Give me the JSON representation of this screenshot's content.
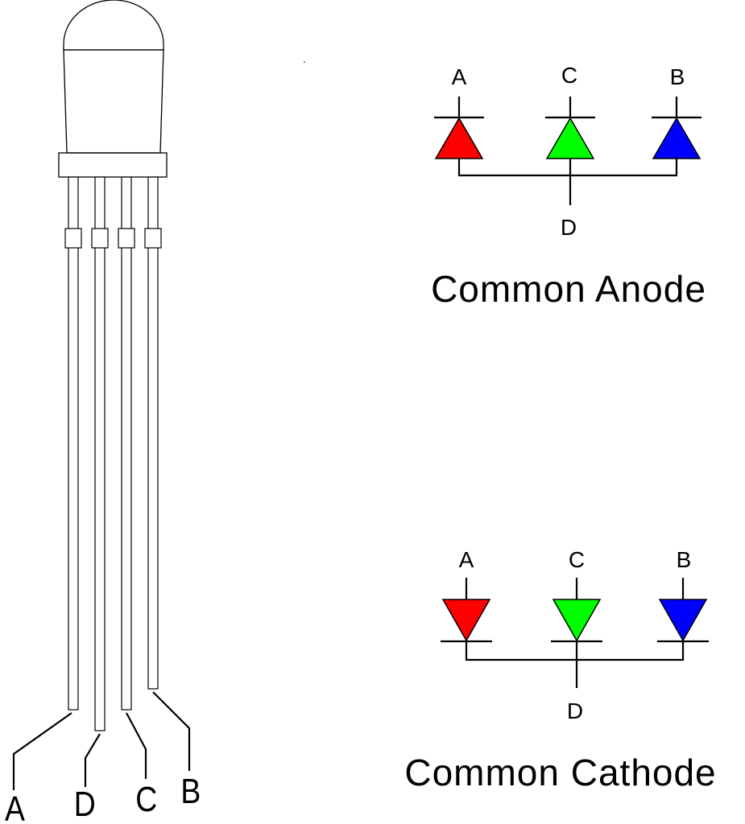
{
  "led": {
    "pins": [
      {
        "id": "pin-a",
        "label": "A"
      },
      {
        "id": "pin-d",
        "label": "D"
      },
      {
        "id": "pin-c",
        "label": "C"
      },
      {
        "id": "pin-b",
        "label": "B"
      }
    ]
  },
  "common_anode": {
    "title": "Common Anode",
    "diodes": [
      {
        "label": "A",
        "color": "#ff0000"
      },
      {
        "label": "C",
        "color": "#00ff00"
      },
      {
        "label": "B",
        "color": "#0000ff"
      }
    ],
    "common_label": "D"
  },
  "common_cathode": {
    "title": "Common Cathode",
    "diodes": [
      {
        "label": "A",
        "color": "#ff0000"
      },
      {
        "label": "C",
        "color": "#00ff00"
      },
      {
        "label": "B",
        "color": "#0000ff"
      }
    ],
    "common_label": "D"
  }
}
